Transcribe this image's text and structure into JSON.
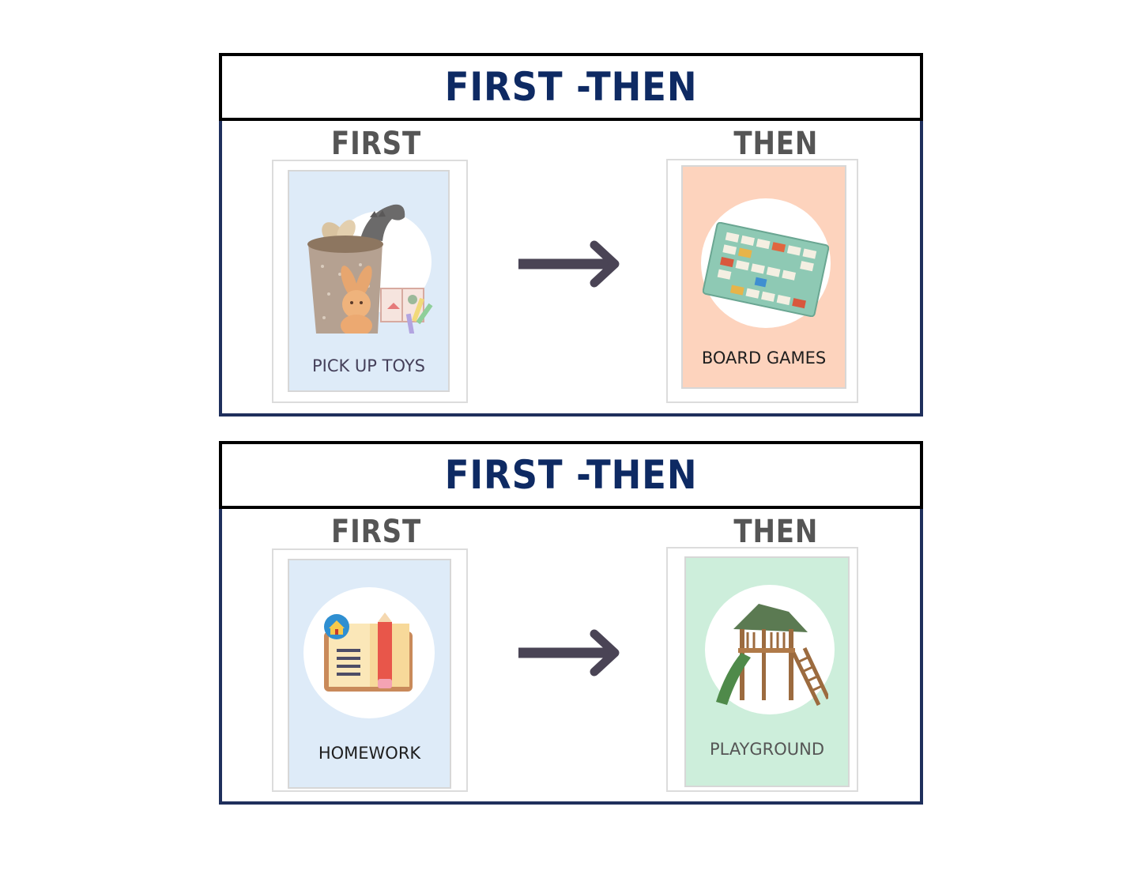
{
  "boards": [
    {
      "title": "FIRST -THEN",
      "first_label": "FIRST",
      "then_label": "THEN",
      "first_card": {
        "label": "PICK UP TOYS",
        "icon": "toy-basket-icon",
        "bg": "#deebf8"
      },
      "then_card": {
        "label": "BOARD GAMES",
        "icon": "board-game-icon",
        "bg": "#fdd3bd"
      }
    },
    {
      "title": "FIRST -THEN",
      "first_label": "FIRST",
      "then_label": "THEN",
      "first_card": {
        "label": "HOMEWORK",
        "icon": "homework-book-icon",
        "bg": "#deebf8"
      },
      "then_card": {
        "label": "PLAYGROUND",
        "icon": "playground-icon",
        "bg": "#cdeedb"
      }
    }
  ],
  "colors": {
    "title": "#0e2a63",
    "border": "#1f2f5c",
    "arrow": "#4a4455",
    "label": "#555555"
  }
}
